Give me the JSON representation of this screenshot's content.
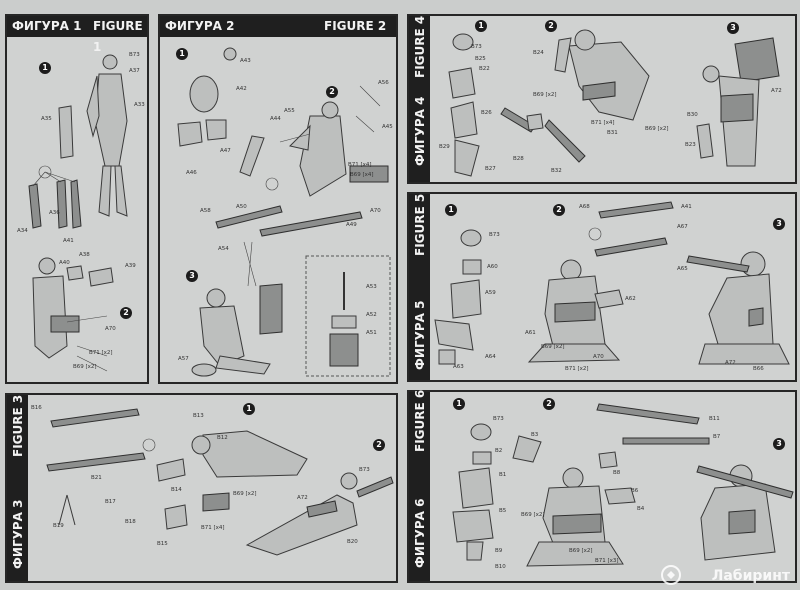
{
  "panels": {
    "p1": {
      "title_ru": "ФИГУРА 1",
      "title_en": "FIGURE 1"
    },
    "p2": {
      "title_ru": "ФИГУРА 2",
      "title_en": "FIGURE 2"
    },
    "p3": {
      "title_en": "FIGURE 3",
      "title_ru": "ФИГУРА 3"
    },
    "p4": {
      "title_en": "FIGURE 4",
      "title_ru": "ФИГУРА 4"
    },
    "p5": {
      "title_en": "FIGURE 5",
      "title_ru": "ФИГУРА 5"
    },
    "p6": {
      "title_en": "FIGURE 6",
      "title_ru": "ФИГУРА 6"
    }
  },
  "steps": [
    "1",
    "2",
    "3"
  ],
  "parts": {
    "p1": [
      "B73",
      "A37",
      "A33",
      "A35",
      "A34",
      "A36",
      "A41",
      "A40",
      "A38",
      "A39",
      "A70",
      "B71 [x2]",
      "B69 [x2]"
    ],
    "p2": [
      "A43",
      "A42",
      "A47",
      "A46",
      "A44",
      "A55",
      "A56",
      "A45",
      "B71 [x4]",
      "B69 [x4]",
      "A70",
      "A50",
      "A58",
      "A49",
      "A54",
      "A53",
      "A52",
      "A51",
      "A57"
    ],
    "p3": [
      "B16",
      "B13",
      "B12",
      "B21",
      "B17",
      "B19",
      "B18",
      "B15",
      "B14",
      "B69 [x2]",
      "B71 [x4]",
      "A72",
      "B73",
      "B20"
    ],
    "p4": [
      "B73",
      "B25",
      "B22",
      "B24",
      "B26",
      "B29",
      "B27",
      "B69 [x2]",
      "B71 [x4]",
      "B69 [x2]",
      "B28",
      "B30",
      "B32",
      "A72",
      "B31",
      "B23"
    ],
    "p5": [
      "B73",
      "A60",
      "A59",
      "A68",
      "A41",
      "A67",
      "A65",
      "A62",
      "A61",
      "A64",
      "A63",
      "B69 [x2]",
      "B71 [x2]",
      "A70",
      "B66",
      "A72"
    ],
    "p6": [
      "B73",
      "B2",
      "B1",
      "B3",
      "B11",
      "B7",
      "B8",
      "B6",
      "B4",
      "B5",
      "B69 [x2]",
      "B69 [x2]",
      "B71 [x3]",
      "B9",
      "B10"
    ]
  },
  "watermark": "Лабиринт"
}
